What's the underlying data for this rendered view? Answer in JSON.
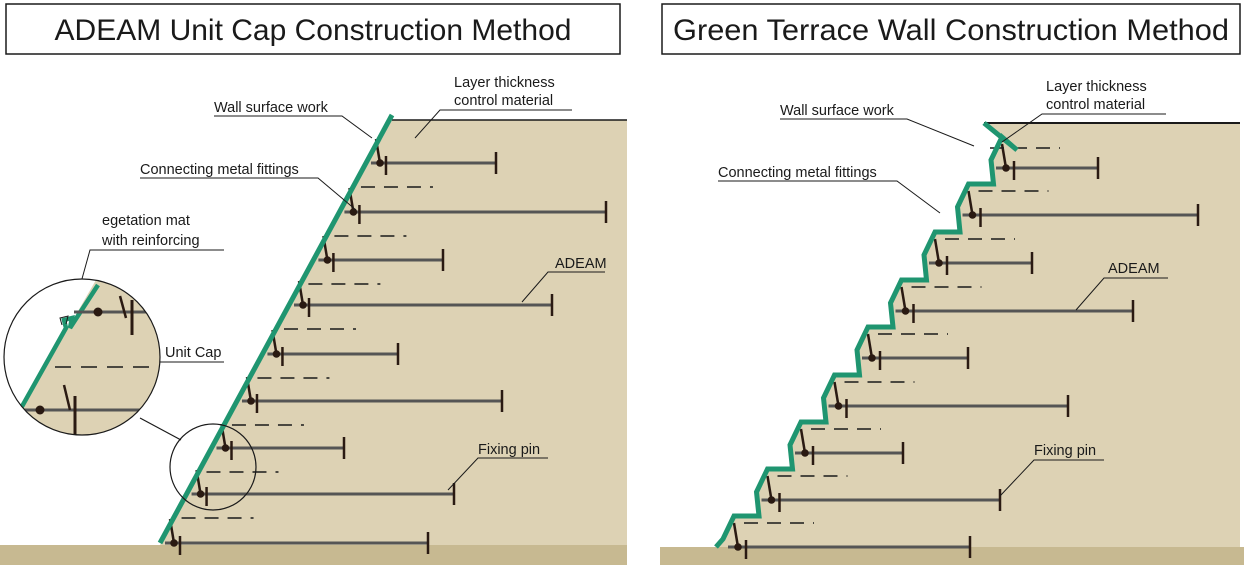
{
  "left_panel": {
    "title": "ADEAM Unit Cap Construction Method",
    "labels": {
      "layer_line1": "Layer thickness",
      "layer_line2": "control material",
      "wall_surface": "Wall  surface work",
      "connecting": "Connecting metal fittings",
      "veg_line1": "egetation mat",
      "veg_line2": "with reinforcing",
      "unit_cap": "Unit Cap",
      "adeam": "ADEAM",
      "fixing_pin": "Fixing pin"
    }
  },
  "right_panel": {
    "title": "Green Terrace Wall Construction Method",
    "labels": {
      "layer_line1": "Layer thickness",
      "layer_line2": "control material",
      "wall_surface": "Wall  surface work",
      "connecting": "Connecting metal fittings",
      "adeam": "ADEAM",
      "fixing_pin": "Fixing pin"
    }
  },
  "colors": {
    "soil": "#ddd2b4",
    "ground": "#c7b991",
    "wall": "#1f9570",
    "bar": "#555555",
    "post": "#2a1a12",
    "ink": "#1a1a1a"
  }
}
